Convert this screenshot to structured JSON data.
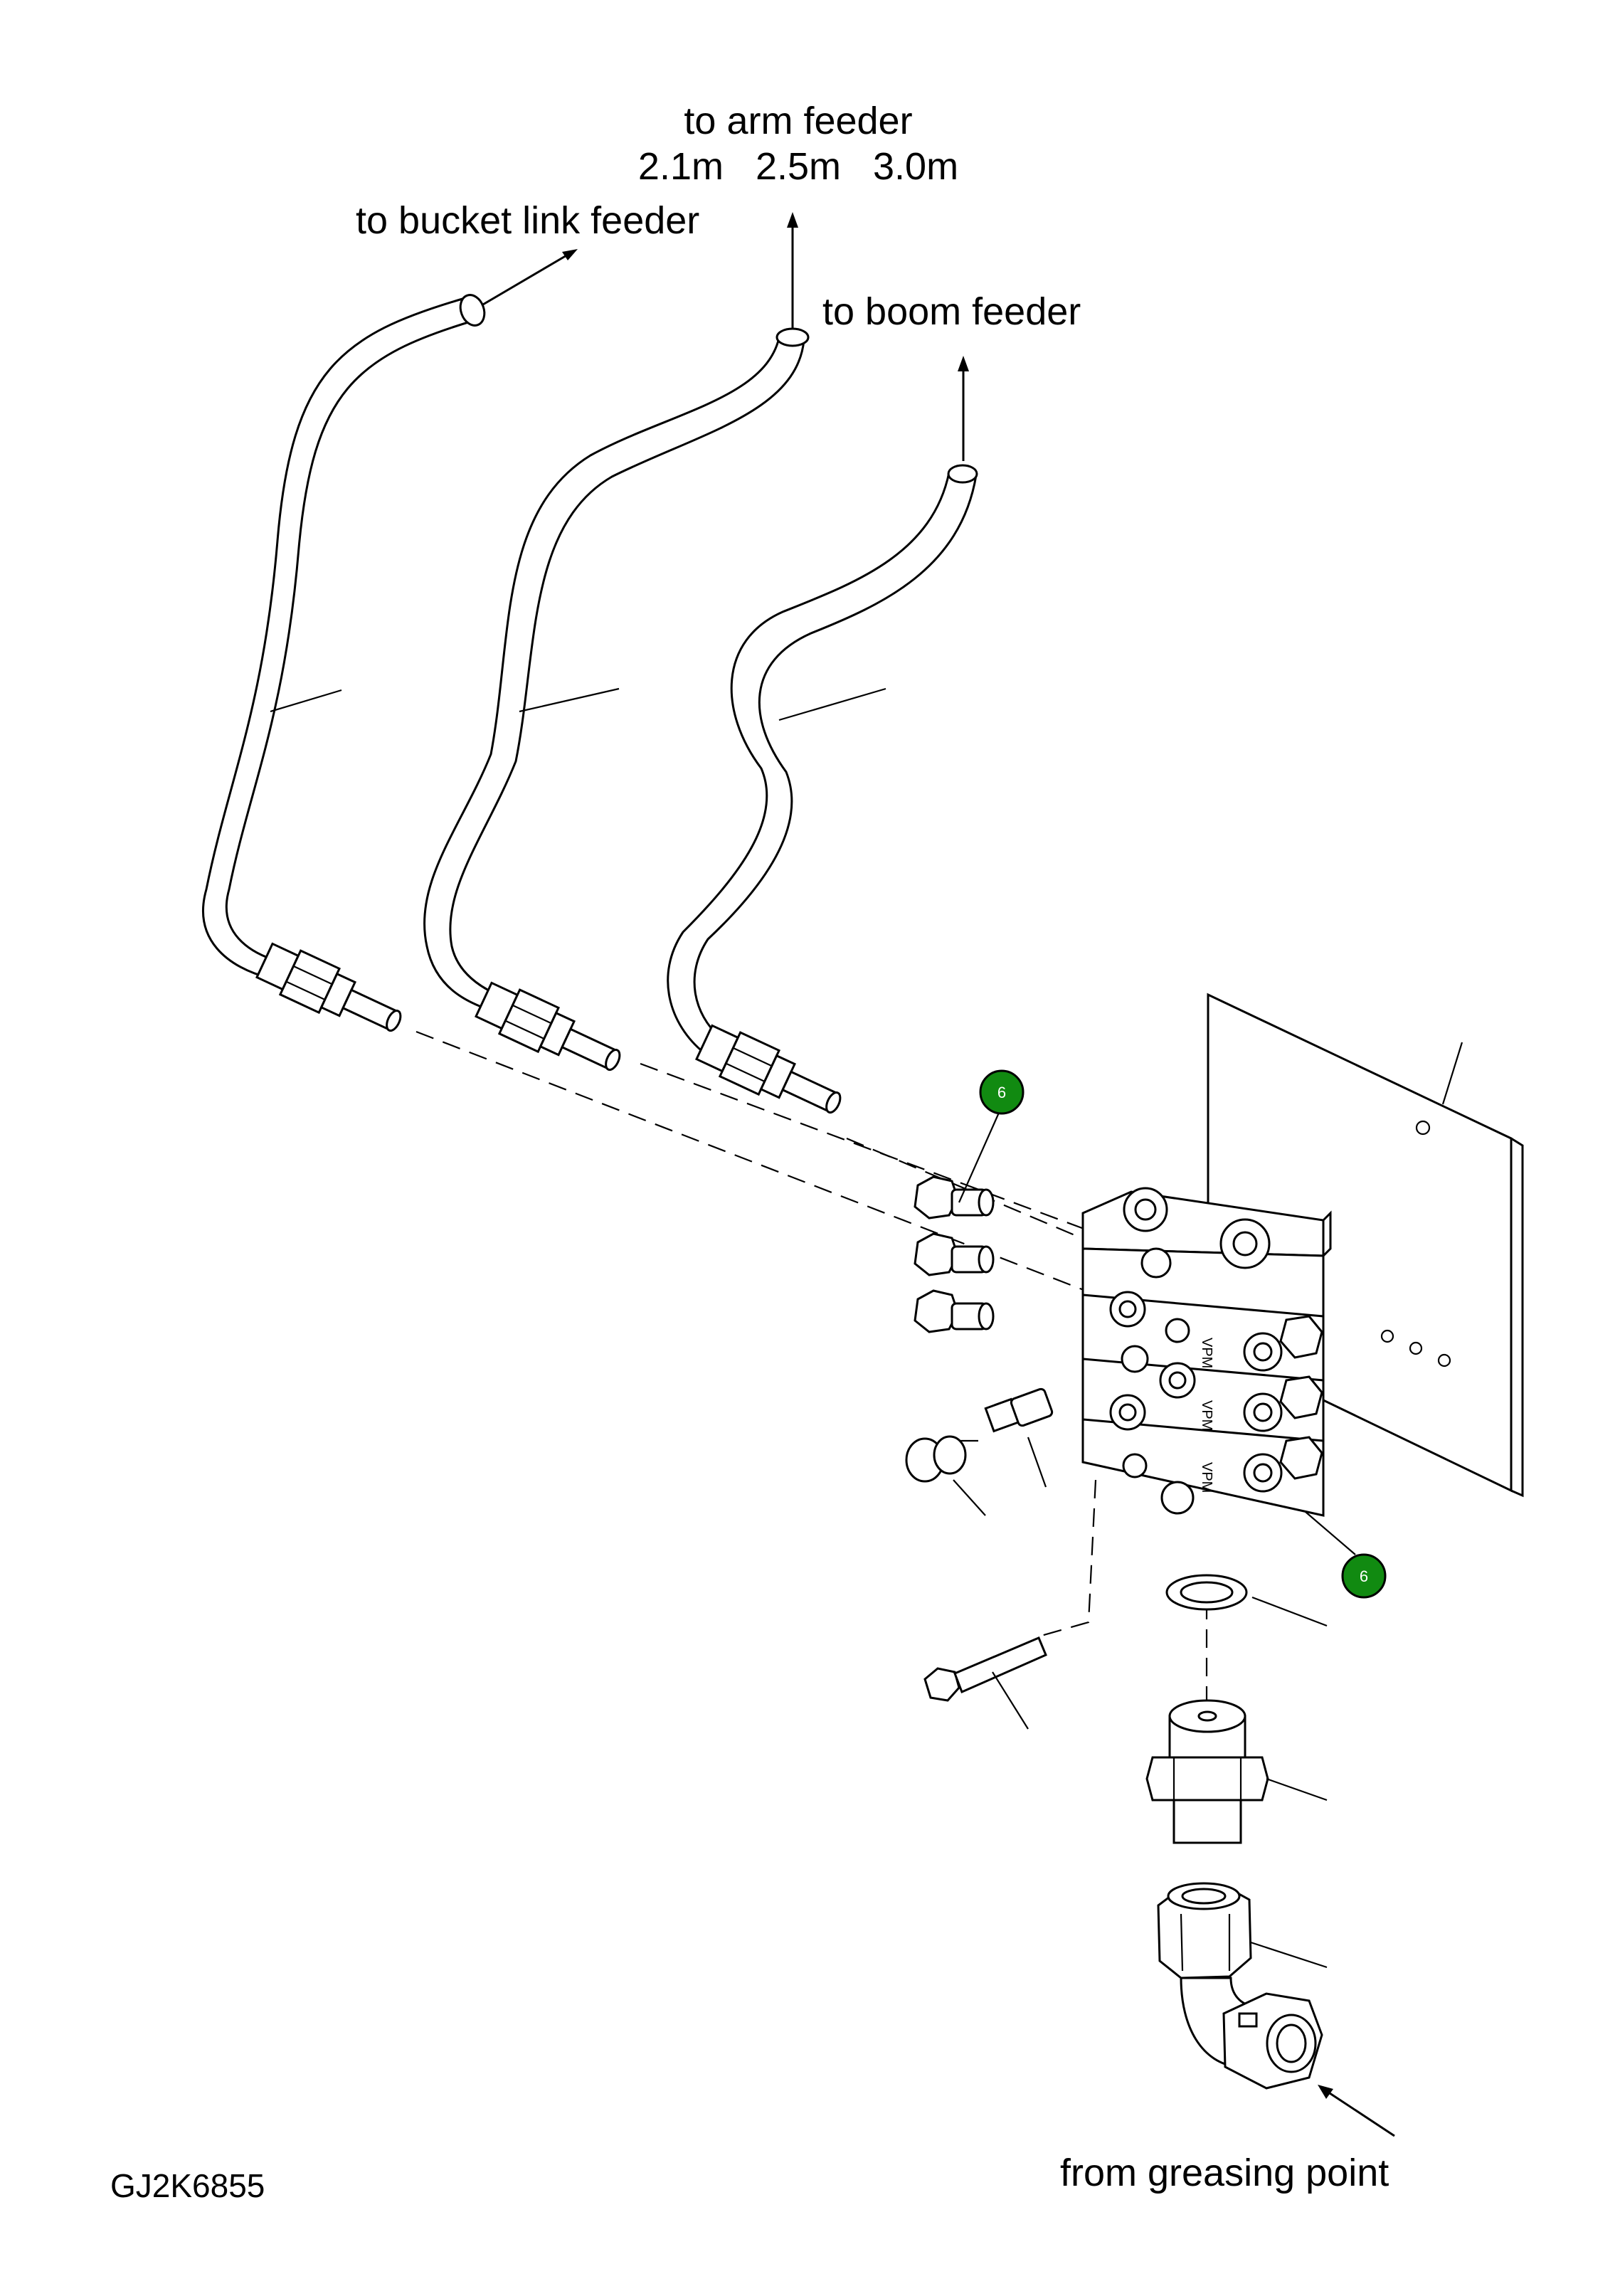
{
  "labels": {
    "arm_feeder": "to arm feeder",
    "arm_lengths": "2.1m   2.5m   3.0m",
    "bucket_link_feeder": "to bucket link feeder",
    "boom_feeder": "to boom feeder",
    "greasing_point": "from greasing point",
    "drawing_code": "GJ2K6855"
  },
  "badges": [
    {
      "number": "6",
      "color": "#118a11"
    },
    {
      "number": "6",
      "color": "#118a11"
    }
  ],
  "block_stamp": "VPM"
}
